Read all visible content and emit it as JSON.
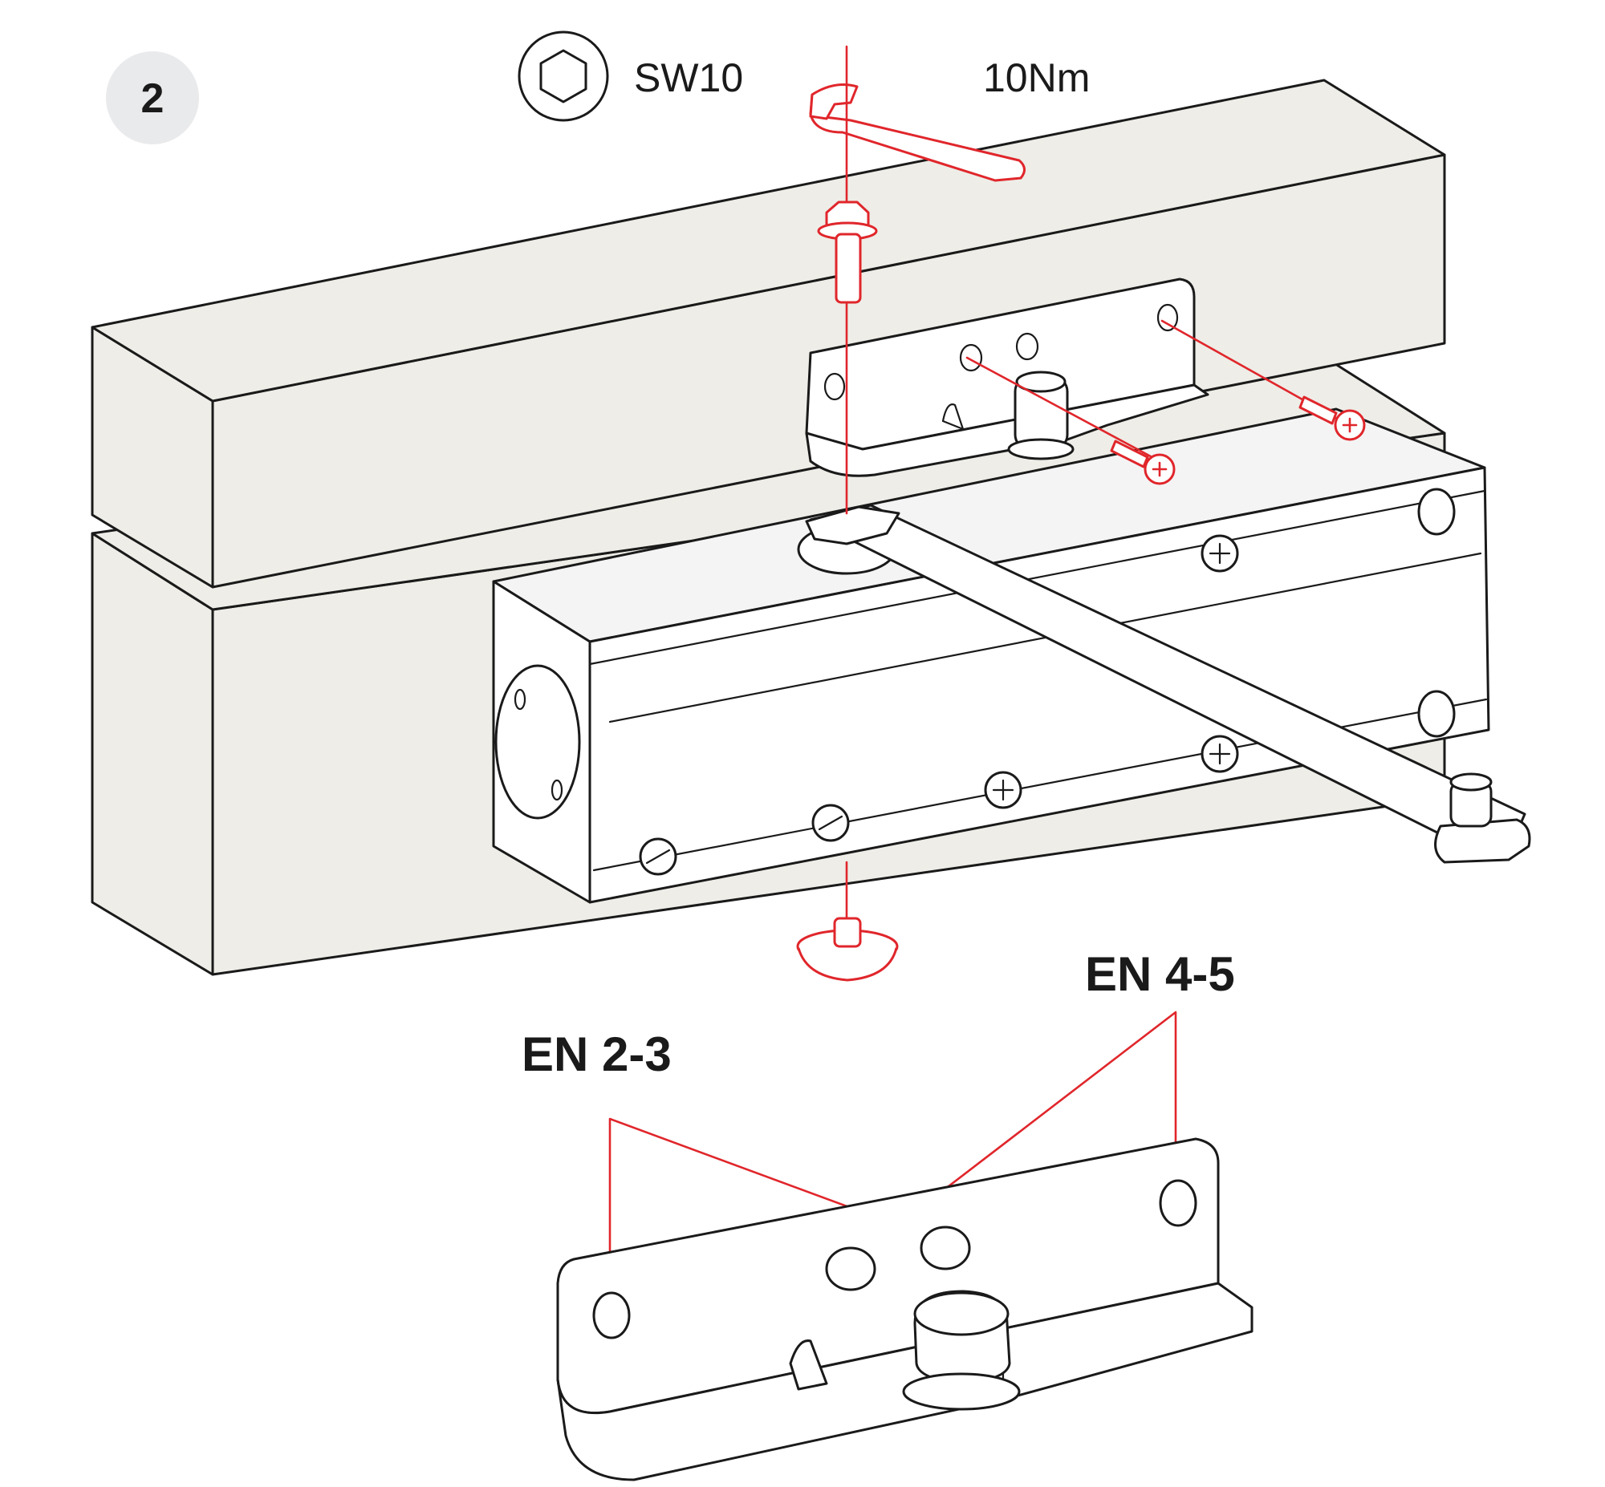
{
  "step": {
    "number": "2"
  },
  "tool": {
    "size_label": "SW10",
    "icon": "hex-socket-icon"
  },
  "torque": {
    "label": "10Nm"
  },
  "callouts": {
    "en_2_3": "EN 2-3",
    "en_4_5": "EN 4-5"
  },
  "colors": {
    "accent": "#e0262b",
    "wood": "#eeede7",
    "badge": "#e9eaec",
    "ink": "#1a1a1a"
  }
}
